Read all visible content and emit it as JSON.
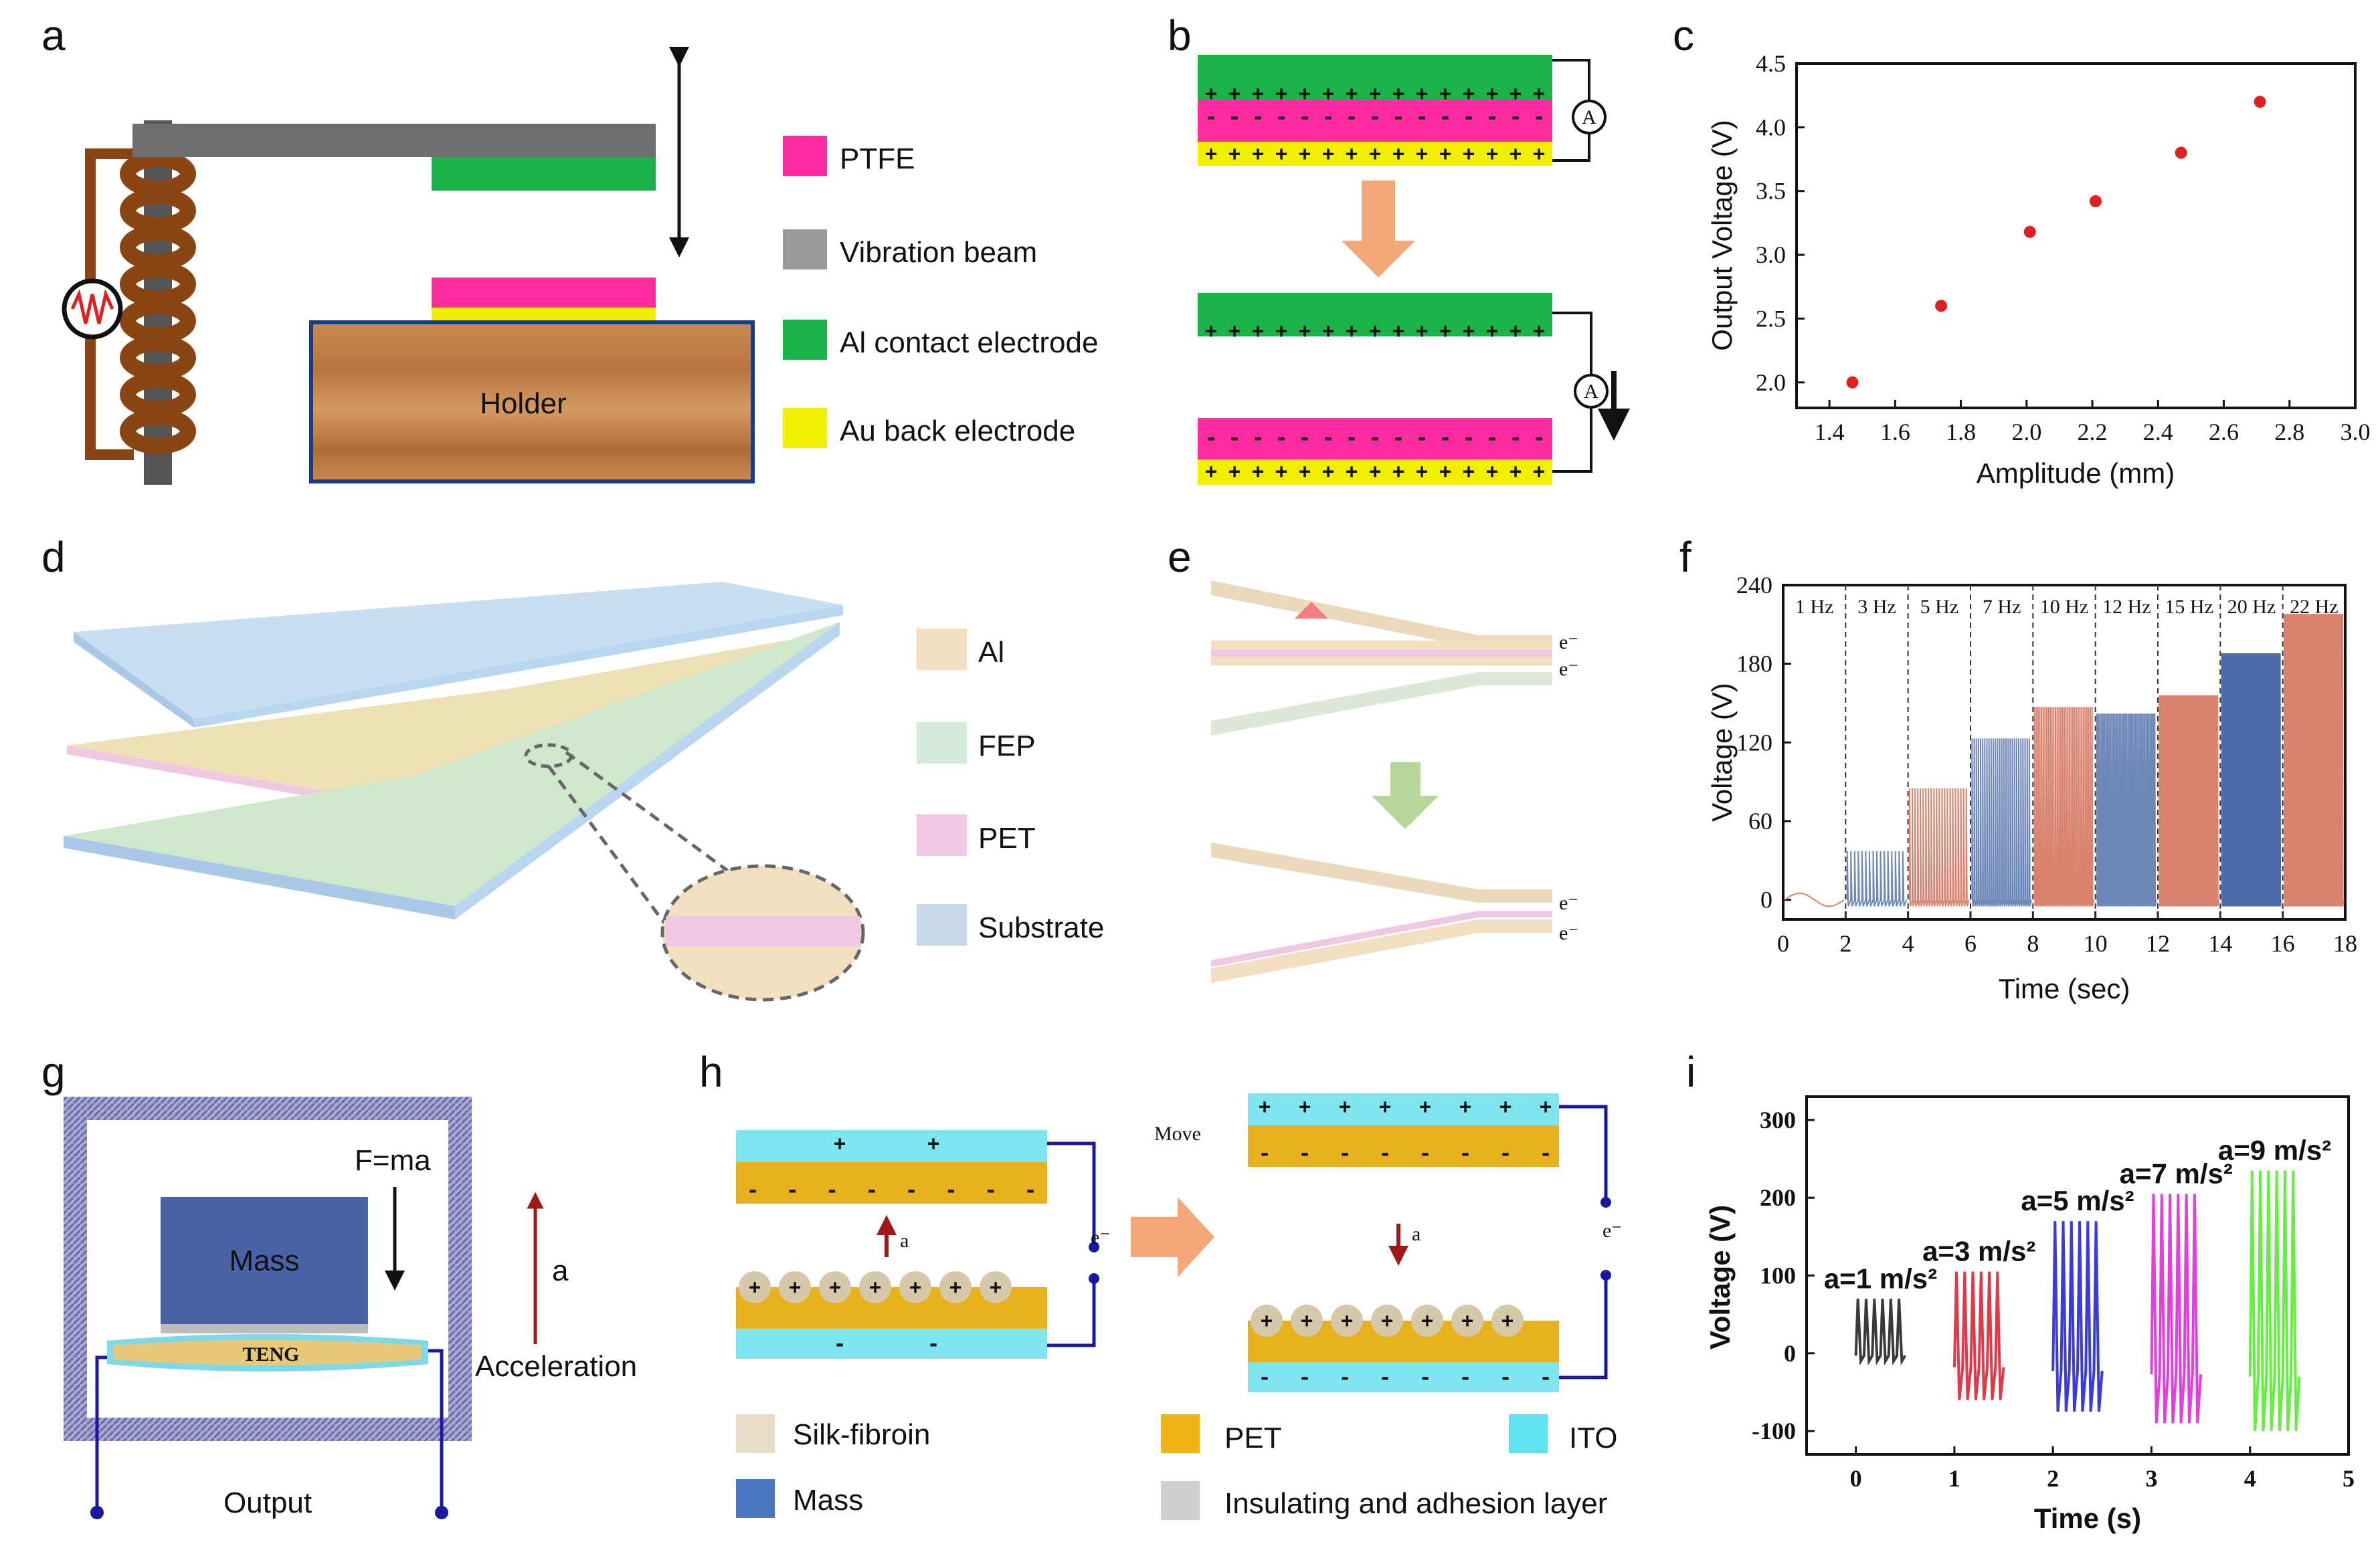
{
  "panel_labels": [
    "a",
    "b",
    "c",
    "d",
    "e",
    "f",
    "g",
    "h",
    "i"
  ],
  "panel_a": {
    "holder": "Holder",
    "legend": [
      {
        "label": "PTFE",
        "color": "#ff2aa0"
      },
      {
        "label": "Vibration beam",
        "color": "#9a9a9a"
      },
      {
        "label": "Al contact electrode",
        "color": "#19b34a"
      },
      {
        "label": "Au back electrode",
        "color": "#f2ee00"
      }
    ]
  },
  "panel_b": {
    "meter": "A"
  },
  "panel_d": {
    "legend": [
      {
        "label": "Al",
        "color": "#f2dfc0"
      },
      {
        "label": "FEP",
        "color": "#d6eadb"
      },
      {
        "label": "PET",
        "color": "#f0c8e4"
      },
      {
        "label": "Substrate",
        "color": "#c8d6ea"
      }
    ]
  },
  "panel_e": {
    "electron": "e⁻"
  },
  "panel_g": {
    "mass": "Mass",
    "teng": "TENG",
    "force": "F=ma",
    "accel_arrow": "a",
    "accel": "Acceleration",
    "output": "Output"
  },
  "panel_h": {
    "move": "Move",
    "a_label": "a",
    "electron": "e⁻",
    "legend": [
      {
        "label": "Silk-fibroin",
        "color": "#e9dcc6"
      },
      {
        "label": "PET",
        "color": "#f0b416"
      },
      {
        "label": "ITO",
        "color": "#5fe3f0"
      },
      {
        "label": "Mass",
        "color": "#4a78c0"
      },
      {
        "label": "Insulating and adhesion layer",
        "color": "#cfcfcf"
      }
    ]
  },
  "chart_data": [
    {
      "panel": "c",
      "type": "scatter",
      "xlabel": "Amplitude (mm)",
      "ylabel": "Output Voltage (V)",
      "xlim": [
        1.3,
        3.0
      ],
      "ylim": [
        1.8,
        4.5
      ],
      "xticks": [
        "1.4",
        "1.6",
        "1.8",
        "2.0",
        "2.2",
        "2.4",
        "2.6",
        "2.8",
        "3.0"
      ],
      "yticks": [
        "2.0",
        "2.5",
        "3.0",
        "3.5",
        "4.0",
        "4.5"
      ],
      "x": [
        1.47,
        1.74,
        2.01,
        2.21,
        2.47,
        2.71
      ],
      "y": [
        2.0,
        2.6,
        3.18,
        3.42,
        3.8,
        4.2
      ],
      "color": "#e02020"
    },
    {
      "panel": "f",
      "type": "line",
      "xlabel": "Time (sec)",
      "ylabel": "Voltage (V)",
      "xlim": [
        0,
        18
      ],
      "ylim": [
        -15,
        240
      ],
      "xticks": [
        "0",
        "2",
        "4",
        "6",
        "8",
        "10",
        "12",
        "14",
        "16",
        "18"
      ],
      "yticks": [
        "0",
        "60",
        "120",
        "180",
        "240"
      ],
      "segments": [
        {
          "label": "1 Hz",
          "start": 0,
          "end": 2,
          "peak": 5,
          "color": "#d9836e"
        },
        {
          "label": "3 Hz",
          "start": 2,
          "end": 4,
          "peak": 37,
          "color": "#6d87b8"
        },
        {
          "label": "5 Hz",
          "start": 4,
          "end": 6,
          "peak": 85,
          "color": "#d9836e"
        },
        {
          "label": "7 Hz",
          "start": 6,
          "end": 8,
          "peak": 123,
          "color": "#6d87b8"
        },
        {
          "label": "10 Hz",
          "start": 8,
          "end": 10,
          "peak": 147,
          "color": "#d9836e"
        },
        {
          "label": "12 Hz",
          "start": 10,
          "end": 12,
          "peak": 142,
          "color": "#6d87b8"
        },
        {
          "label": "15 Hz",
          "start": 12,
          "end": 14,
          "peak": 156,
          "color": "#d9836e"
        },
        {
          "label": "20 Hz",
          "start": 14,
          "end": 16,
          "peak": 188,
          "color": "#4d6aa8"
        },
        {
          "label": "22 Hz",
          "start": 16,
          "end": 18,
          "peak": 218,
          "color": "#d9836e"
        }
      ]
    },
    {
      "panel": "i",
      "type": "line",
      "xlabel": "Time (s)",
      "ylabel": "Voltage (V)",
      "xlim": [
        -0.5,
        5
      ],
      "ylim": [
        -130,
        330
      ],
      "xticks": [
        "0",
        "1",
        "2",
        "3",
        "4",
        "5"
      ],
      "yticks": [
        "-100",
        "0",
        "100",
        "200",
        "300"
      ],
      "bursts": [
        {
          "label": "a=1 m/s²",
          "start": 0,
          "end": 0.5,
          "max": 70,
          "min": -10,
          "color": "#3a3a3a"
        },
        {
          "label": "a=3 m/s²",
          "start": 1,
          "end": 1.5,
          "max": 105,
          "min": -60,
          "color": "#e03a4a"
        },
        {
          "label": "a=5 m/s²",
          "start": 2,
          "end": 2.5,
          "max": 170,
          "min": -75,
          "color": "#3a3ae0"
        },
        {
          "label": "a=7 m/s²",
          "start": 3,
          "end": 3.5,
          "max": 205,
          "min": -90,
          "color": "#e040e0"
        },
        {
          "label": "a=9 m/s²",
          "start": 4,
          "end": 4.5,
          "max": 235,
          "min": -100,
          "color": "#66ee44"
        }
      ]
    }
  ]
}
